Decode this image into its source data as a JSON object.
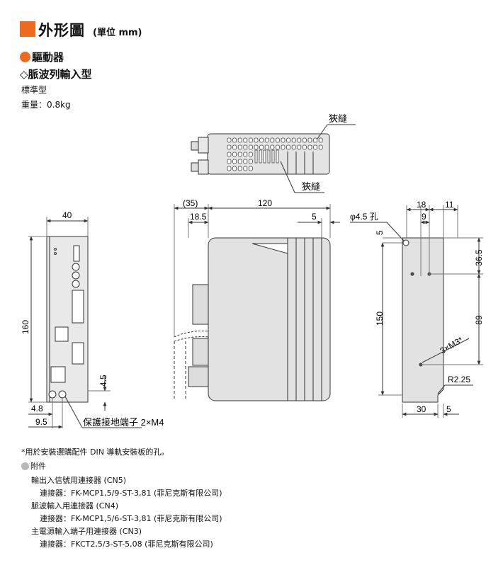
{
  "header": {
    "title": "外形圖",
    "unit": "(單位 mm)",
    "accent_color": "#ee6a1f"
  },
  "section": {
    "driver_label": "驅動器",
    "driver_dot_color": "#ee6a1f",
    "input_type": "◇脈波列輸入型",
    "variant": "標準型",
    "weight": "重量：0.8kg"
  },
  "drawing": {
    "slit_top": "狹縫",
    "slit_bottom": "狹縫",
    "dim_40": "40",
    "dim_160": "160",
    "dim_4_8": "4.8",
    "dim_9_5": "9.5",
    "dim_4_5": "4.5",
    "ground_label": "保護接地端子 2×M4",
    "dim_35": "(35)",
    "dim_120": "120",
    "dim_18_5": "18.5",
    "dim_5_side": "5",
    "hole_label": "φ4.5 孔",
    "dim_18": "18",
    "dim_11": "11",
    "dim_9": "9",
    "dim_5_top": "5",
    "dim_36_5": "36.5",
    "dim_150": "150",
    "dim_89": "89",
    "m3_label": "3×M3*",
    "r_label": "R2.25",
    "dim_30": "30",
    "dim_5_bottom": "5"
  },
  "notes": {
    "footnote": "*用於安裝選購配件 DIN 導軌安裝板的孔。",
    "accessories": "附件",
    "accessories_dot_color": "#b8b8b8",
    "item1_title": "輸出入信號用連接器 (CN5)",
    "item1_detail": "連接器：FK-MCP1,5/9-ST-3,81 (菲尼克斯有限公司)",
    "item2_title": "脈波輸入用連接器 (CN4)",
    "item2_detail": "連接器：FK-MCP1,5/6-ST-3,81 (菲尼克斯有限公司)",
    "item3_title": "主電源輸入端子用連接器 (CN3)",
    "item3_detail": "連接器：FKCT2,5/3-ST-5,08 (菲尼克斯有限公司)"
  }
}
